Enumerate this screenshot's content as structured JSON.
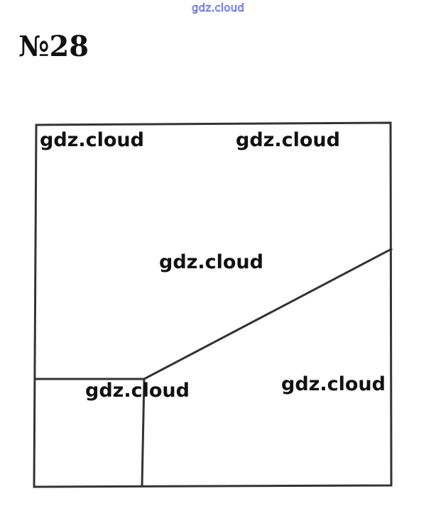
{
  "header": {
    "watermark": "gdz.cloud"
  },
  "problem": {
    "number": "№28"
  },
  "figure_watermarks": [
    "gdz.cloud",
    "gdz.cloud",
    "gdz.cloud",
    "gdz.cloud",
    "gdz.cloud"
  ],
  "colors": {
    "line": "#333333",
    "watermark_outline": "#4b5bd6",
    "text": "#111111"
  }
}
